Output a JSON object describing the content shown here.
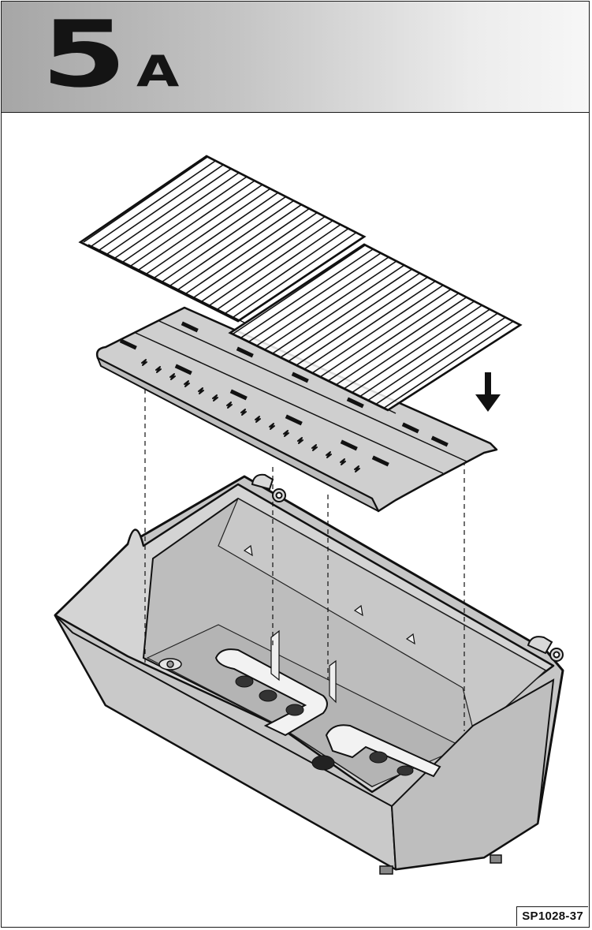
{
  "header": {
    "step_number": "5",
    "step_letter": "A"
  },
  "footer": {
    "part_code": "SP1028-37"
  },
  "colors": {
    "tub_fill": "#c6c6c6",
    "tub_inner": "#b9b9b9",
    "line": "#111111",
    "header_dark": "#a6a6a6",
    "header_light": "#f7f7f7"
  },
  "icons": {
    "install_direction": "down-arrow-icon"
  }
}
